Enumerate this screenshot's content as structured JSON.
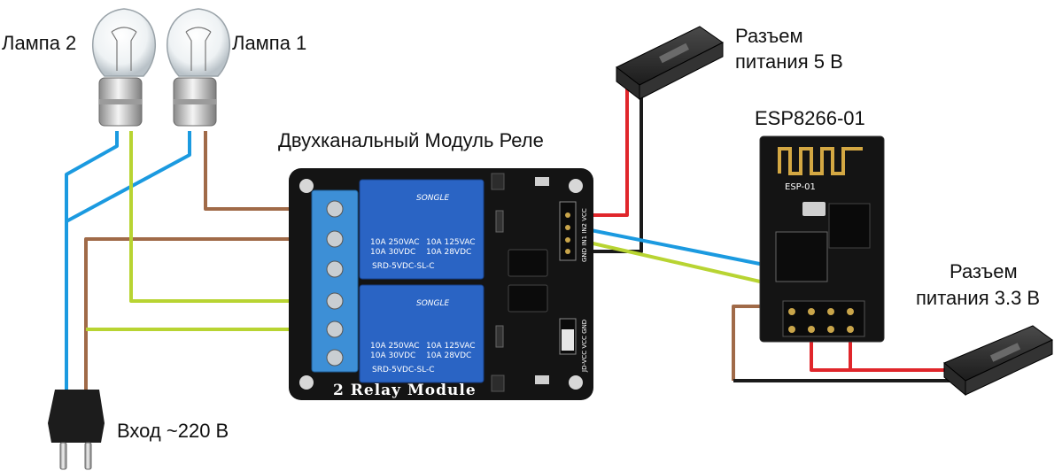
{
  "labels": {
    "lamp2": "Лампа 2",
    "lamp1": "Лампа 1",
    "relay_module": "Двухканальный Модуль Реле",
    "power_5v_line1": "Разъем",
    "power_5v_line2": "питания 5 В",
    "esp": "ESP8266-01",
    "power_33v_line1": "Разъем",
    "power_33v_line2": "питания 3.3 В",
    "input": "Вход ~220 В"
  },
  "relay_board": {
    "title": "2 Relay Module",
    "relay_brand": "SONGLE",
    "relay_spec_l1": "10A 250VAC",
    "relay_spec_l2": "10A 30VDC",
    "relay_spec_r1": "10A 125VAC",
    "relay_spec_r2": "10A 28VDC",
    "relay_model": "SRD-5VDC-SL-C",
    "pins_top": "GND IN1 IN2 VCC",
    "pins_bottom": "JD-VCC VCC GND"
  },
  "esp_board": {
    "silk": "ESP-01"
  },
  "colors": {
    "red_wire": "#e0262b",
    "black_wire": "#1a1a1a",
    "blue_wire": "#1b9ae0",
    "yellow_green_wire": "#b8d432",
    "brown_wire": "#a06a48",
    "relay_blue": "#2a64c4",
    "terminal_blue": "#3d8fd6",
    "board_black": "#141414"
  }
}
